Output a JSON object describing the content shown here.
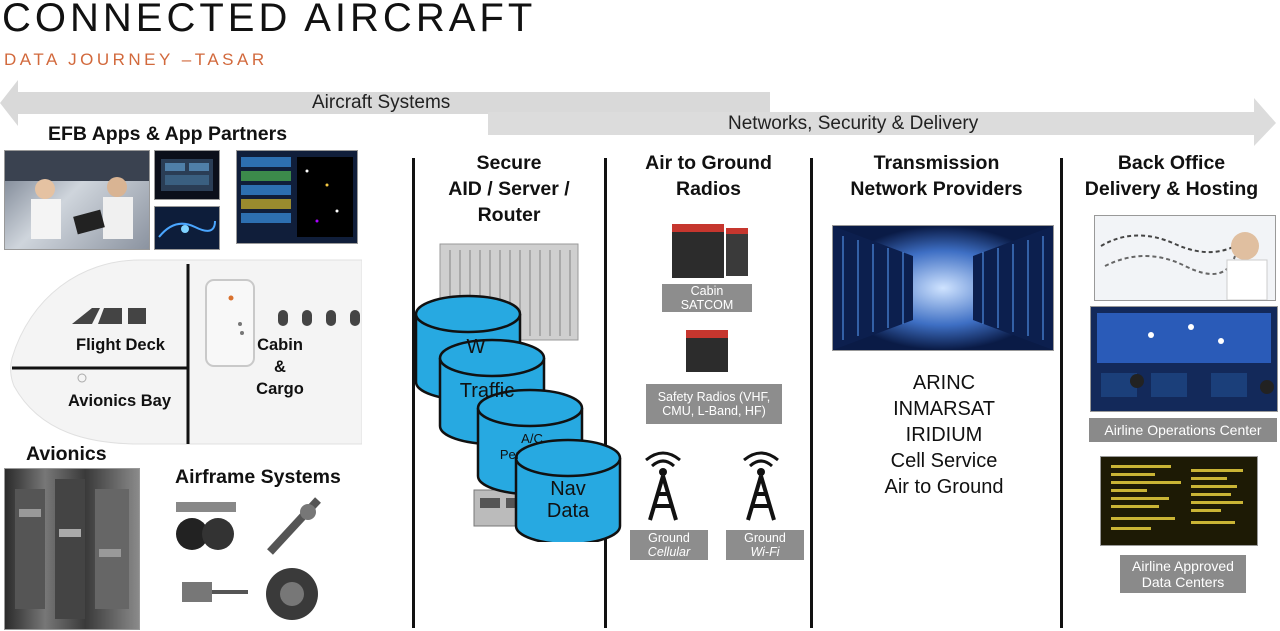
{
  "title": "CONNECTED AIRCRAFT",
  "subtitle": "DATA JOURNEY –TASAR",
  "arrows": {
    "left_label": "Aircraft Systems",
    "right_label": "Networks, Security & Delivery"
  },
  "efb": {
    "heading": "EFB Apps & App Partners"
  },
  "aircraft": {
    "flight_deck": "Flight Deck",
    "avionics_bay": "Avionics Bay",
    "cabin": "Cabin",
    "amp": "&",
    "cargo": "Cargo"
  },
  "avionics": {
    "heading": "Avionics"
  },
  "airframe": {
    "heading": "Airframe Systems"
  },
  "columns": {
    "secure": {
      "line1": "Secure",
      "line2": "AID / Server /",
      "line3": "Router"
    },
    "radios": {
      "line1": "Air to Ground",
      "line2": "Radios"
    },
    "transmission": {
      "line1": "Transmission",
      "line2": "Network Providers"
    },
    "backoffice": {
      "line1": "Back Office",
      "line2": "Delivery & Hosting"
    }
  },
  "cylinders": {
    "c1": "W",
    "c2": "Traffic",
    "c3": "A/C",
    "c3b": "Per",
    "c4a": "Nav",
    "c4b": "Data"
  },
  "radios": {
    "cabin_satcom_1": "Cabin",
    "cabin_satcom_2": "SATCOM",
    "safety_1": "Safety Radios (VHF,",
    "safety_2": "CMU, L-Band, HF)",
    "ground_cellular_1": "Ground",
    "ground_cellular_2": "Cellular",
    "ground_wifi_1": "Ground",
    "ground_wifi_2": "Wi-Fi"
  },
  "providers": [
    "ARINC",
    "INMARSAT",
    "IRIDIUM",
    "Cell Service",
    "Air to Ground"
  ],
  "backoffice": {
    "aoc_label": "Airline Operations Center",
    "dc_label_1": "Airline Approved",
    "dc_label_2": "Data Centers"
  },
  "colors": {
    "subtitle": "#d2693c",
    "arrow": "#d9d9d9",
    "cylinder": "#27a9e1",
    "label_gray": "#8d8d8d"
  }
}
